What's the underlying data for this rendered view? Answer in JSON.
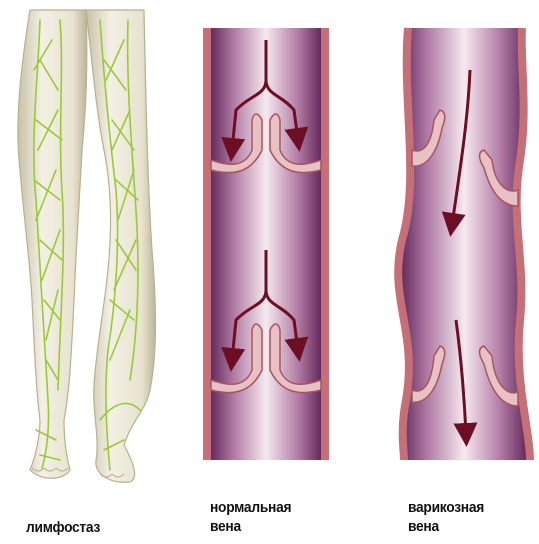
{
  "panels": {
    "lymphostasis": {
      "caption": "лимфостаз"
    },
    "normal_vein": {
      "caption_line1": "нормальная",
      "caption_line2": "вена"
    },
    "varicose_vein": {
      "caption_line1": "варикозная",
      "caption_line2": "вена"
    }
  },
  "colors": {
    "skin": "#ece8d8",
    "skin_shadow": "#c9c2a8",
    "lymph_green": "#9bc83a",
    "vein_wall": "#c56f78",
    "vein_interior_dark": "#5a1f52",
    "vein_interior_light": "#f6e9ef",
    "valve": "#e8c1c4",
    "arrow": "#6d0f24"
  }
}
